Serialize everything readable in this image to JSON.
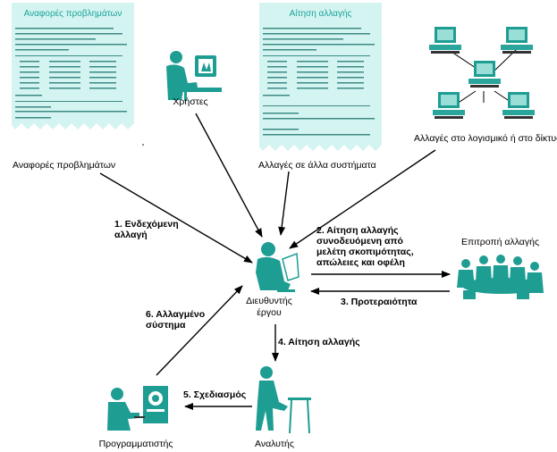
{
  "documents": {
    "problem_reports": {
      "title": "Αναφορές προβλημάτων",
      "caption": "Αναφορές προβλημάτων"
    },
    "change_request": {
      "title": "Αίτηση αλλαγής",
      "caption": "Αλλαγές σε άλλα συστήματα"
    }
  },
  "actors": {
    "users": "Χρήστες",
    "network": "Αλλαγές στο λογισμικό ή στο δίκτυο",
    "project_manager": "Διευθυντής\nέργου",
    "change_committee": "Επιτροπή αλλαγής",
    "analyst": "Αναλυτής",
    "programmer": "Προγραμματιστής"
  },
  "steps": {
    "s1": "1. Ενδεχόμενη\nαλλαγή",
    "s2": "2. Αίτηση αλλαγής\nσυνοδευόμενη από\nμελέτη σκοπιμότητας,\nαπώλειες και οφέλη",
    "s3": "3. Προτεραιότητα",
    "s4": "4. Αίτηση αλλαγής",
    "s5": "5. Σχεδιασμός",
    "s6": "6. Αλλαγμένο\nσύστημα"
  },
  "colors": {
    "accent": "#1aa39a",
    "doc_fill": "#d4f4f1",
    "figure": "#1e9d93",
    "line": "#000000"
  }
}
